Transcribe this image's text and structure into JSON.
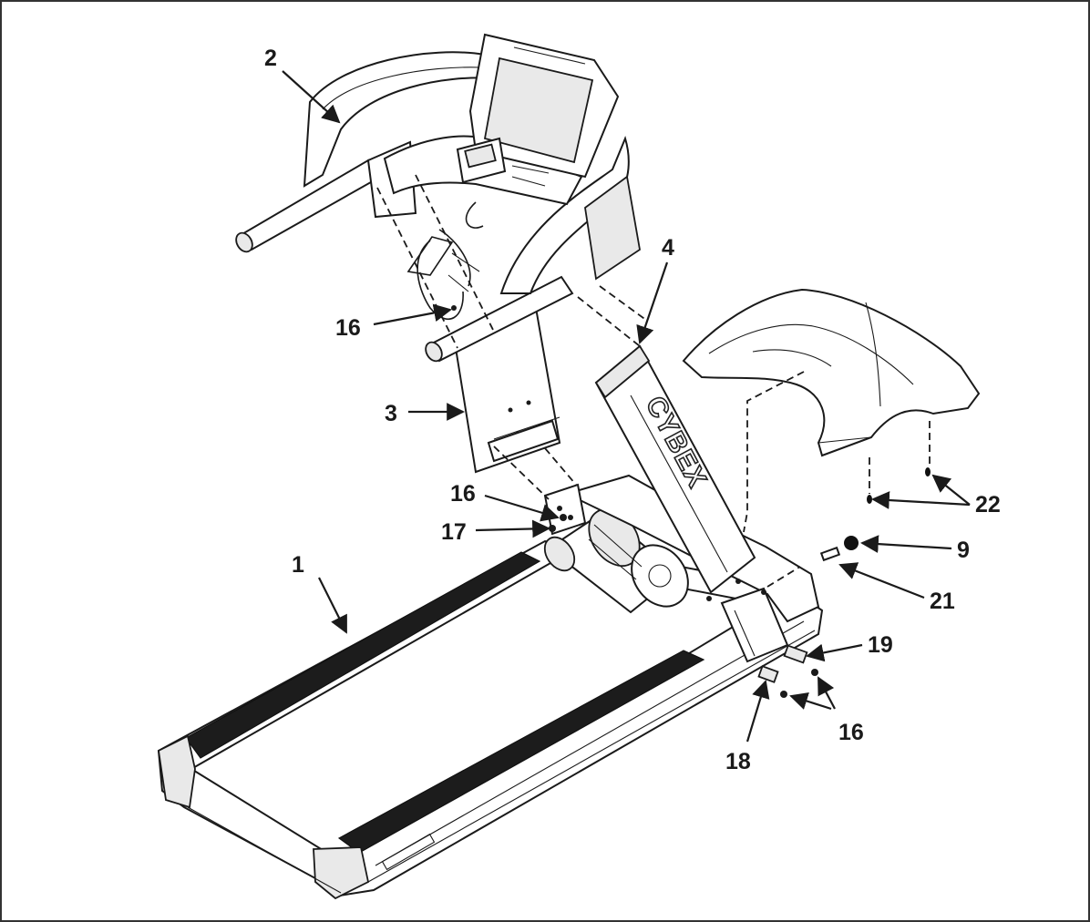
{
  "brand_text": "CYBEX",
  "callouts": [
    {
      "id": "c1",
      "label": "1"
    },
    {
      "id": "c2",
      "label": "2"
    },
    {
      "id": "c3",
      "label": "3"
    },
    {
      "id": "c4",
      "label": "4"
    },
    {
      "id": "c9",
      "label": "9"
    },
    {
      "id": "c16a",
      "label": "16"
    },
    {
      "id": "c16b",
      "label": "16"
    },
    {
      "id": "c16c",
      "label": "16"
    },
    {
      "id": "c17",
      "label": "17"
    },
    {
      "id": "c18",
      "label": "18"
    },
    {
      "id": "c19",
      "label": "19"
    },
    {
      "id": "c21",
      "label": "21"
    },
    {
      "id": "c22",
      "label": "22"
    }
  ]
}
